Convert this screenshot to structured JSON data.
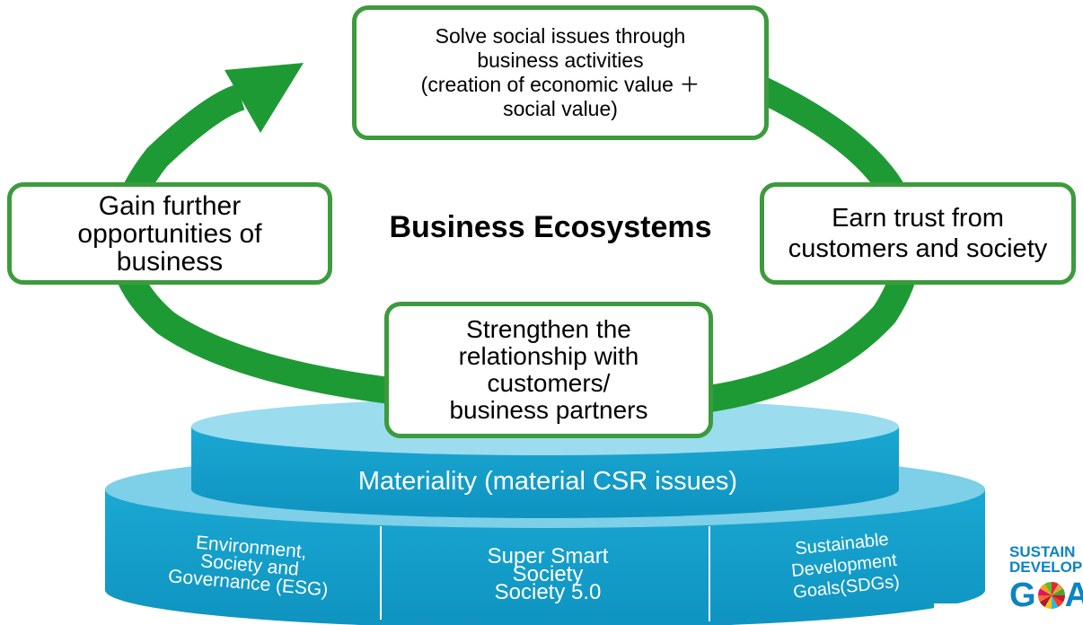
{
  "diagram": {
    "center_title": "Business Ecosystems",
    "cycle_steps": {
      "top": "Solve social issues through\nbusiness activities\n(creation of economic value ＋\nsocial value)",
      "right": "Earn trust from\ncustomers and society",
      "bottom": "Strengthen the\nrelationship with\ncustomers/\nbusiness partners",
      "left": "Gain further\nopportunities of\nbusiness"
    },
    "foundation": {
      "top_tier": "Materiality (material CSR issues)",
      "base_columns": [
        "Environment,\nSociety and\nGovernance (ESG)",
        "Super Smart\nSociety\nSociety 5.0",
        "Sustainable\nDevelopment\nGoals(SDGs)"
      ]
    },
    "logo": {
      "line1": "SUSTAIN",
      "line2": "DEVELOP",
      "line3": "G",
      "line3_end": "A"
    },
    "colors": {
      "arrow_green": "#1e9a34",
      "box_border": "#3c9b3c",
      "platform_top": "#8fd5ea",
      "platform_side": "#16a3cf"
    },
    "icons": [
      "curved-cycle-arrow",
      "sdg-wheel-icon"
    ]
  }
}
